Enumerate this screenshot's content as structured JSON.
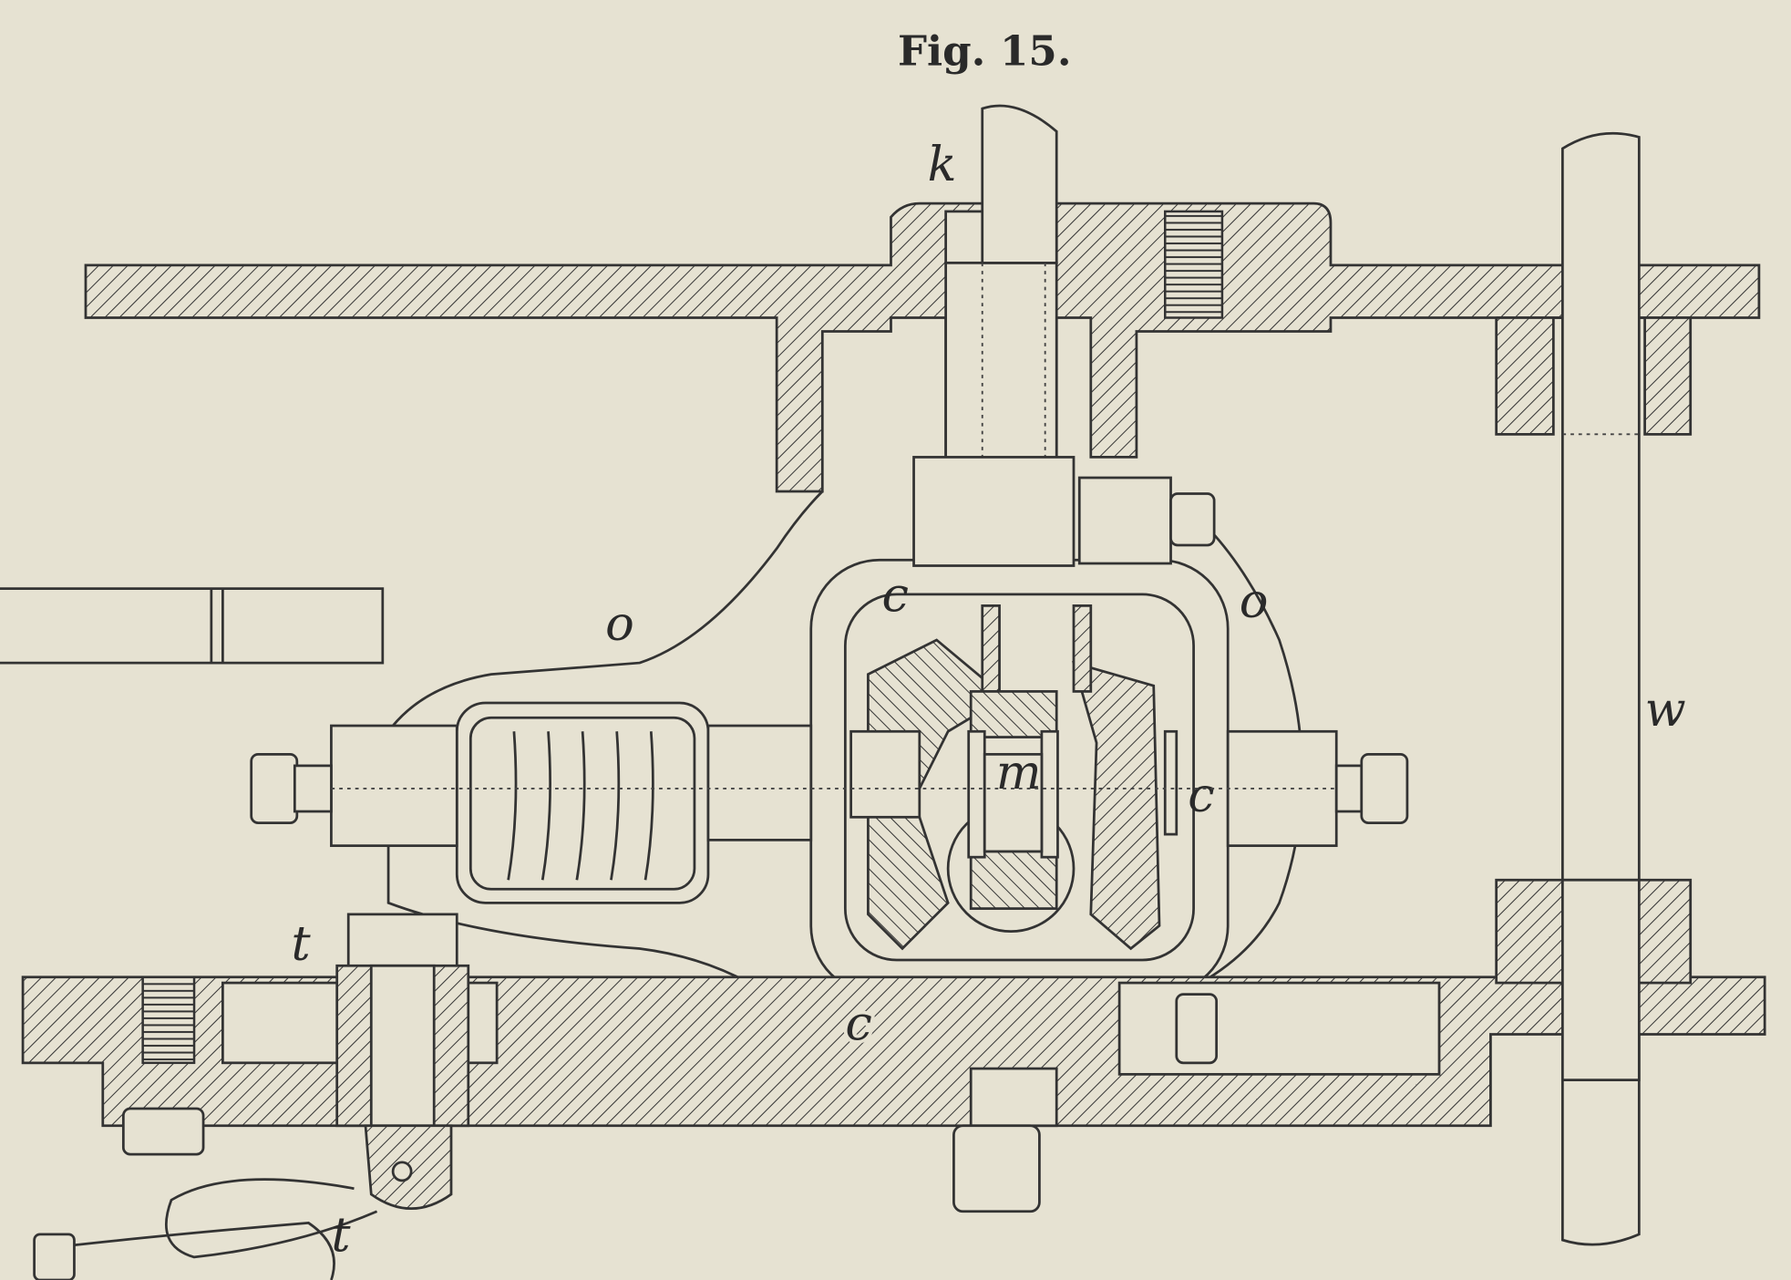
{
  "figure": {
    "title": "Fig. 15.",
    "labels": {
      "shaft_k": "k",
      "housing_o_left": "o",
      "housing_o_right": "o",
      "shaft_w": "w",
      "lever_t_upper": "t",
      "lever_t_lower": "t",
      "gear_c_top": "c",
      "gear_c_right": "c",
      "gear_c_bottom": "c",
      "center_m": "m"
    },
    "colors": {
      "paper": "#e6e2d2",
      "ink": "#333333"
    }
  }
}
